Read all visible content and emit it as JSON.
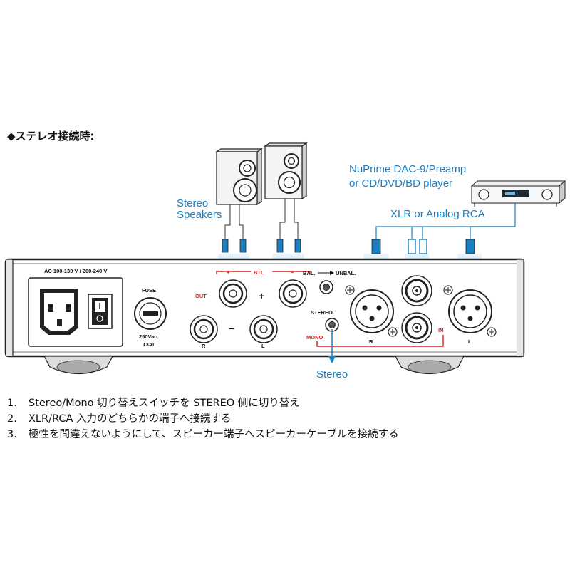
{
  "title": "◆ステレオ接続時:",
  "labels": {
    "speakers_line1": "Stereo",
    "speakers_line2": "Speakers",
    "source_line1": "NuPrime DAC-9/Preamp",
    "source_line2": "or CD/DVD/BD player",
    "xlr_rca": "XLR or Analog RCA",
    "stereo_out": "Stereo"
  },
  "panel": {
    "ac": "AC 100-130 V / 200-240 V",
    "fuse": "FUSE",
    "fuse_rating": "250Vac",
    "fuse_type": "T3AL",
    "out": "OUT",
    "btl": "BTL",
    "plus": "+",
    "minus": "−",
    "pole_plus": "+",
    "pole_minus": "−",
    "r_left": "R",
    "l_left": "L",
    "bal_unbal": "BAL.",
    "unbal": "UNBAL.",
    "stereo": "STEREO",
    "mono": "MONO",
    "in": "IN",
    "r_right": "R",
    "l_right": "L"
  },
  "steps": [
    {
      "num": "1.",
      "text": "Stereo/Mono 切り替えスイッチを STEREO 側に切り替え"
    },
    {
      "num": "2.",
      "text": "XLR/RCA 入力のどちらかの端子へ接続する"
    },
    {
      "num": "3.",
      "text": "極性を間違えないようにして、スピーカー端子へスピーカーケーブルを接続する"
    }
  ],
  "colors": {
    "accent_blue": "#1a7fc1",
    "accent_red": "#d22222",
    "panel_stroke": "#222222"
  }
}
